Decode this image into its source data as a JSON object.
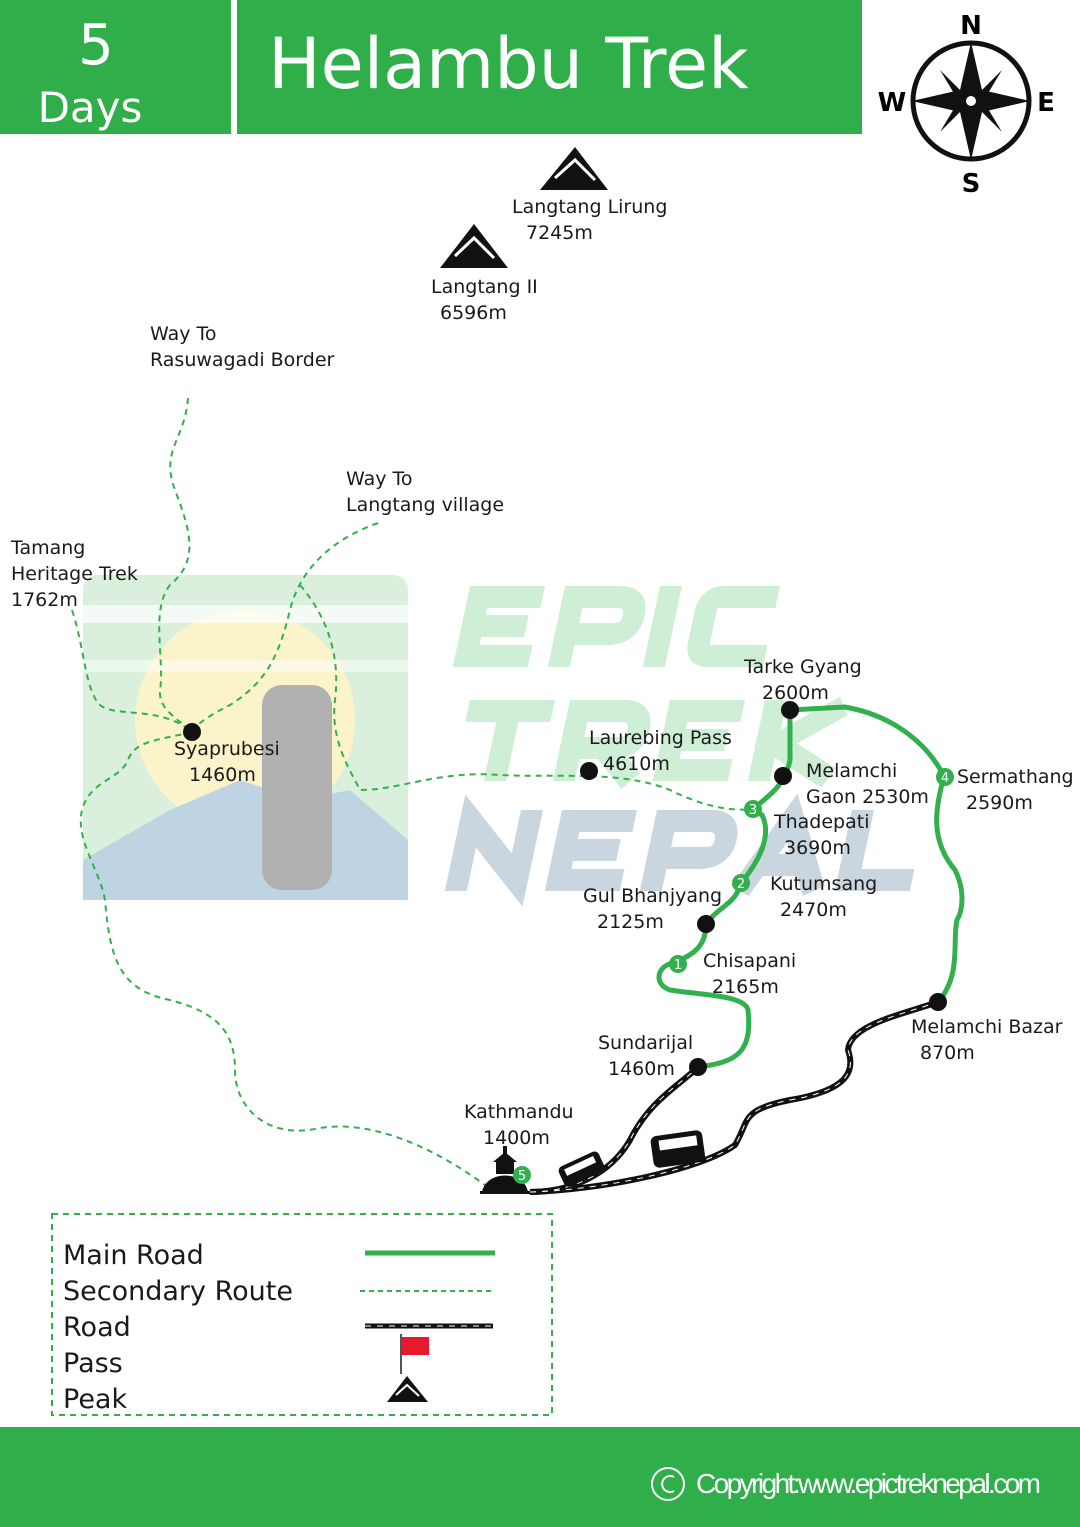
{
  "header": {
    "days_number": "5",
    "days_label": "Days",
    "title": "Helambu Trek"
  },
  "compass": {
    "n": "N",
    "s": "S",
    "e": "E",
    "w": "W"
  },
  "watermark": {
    "line1": "EPIC",
    "line2": "TREK",
    "line3": "NEPAL"
  },
  "peaks": [
    {
      "name": "Langtang Lirung",
      "alt": "7245m"
    },
    {
      "name": "Langtang II",
      "alt": "6596m"
    }
  ],
  "ways": [
    {
      "line1": "Way To",
      "line2": "Rasuwagadi Border"
    },
    {
      "line1": "Way To",
      "line2": "Langtang village"
    },
    {
      "line1": "Tamang",
      "line2": "Heritage Trek",
      "line3": "1762m"
    }
  ],
  "places": {
    "syaprubesi": {
      "name": "Syaprubesi",
      "alt": "1460m"
    },
    "laurebing": {
      "name": "Laurebing Pass",
      "alt": "4610m"
    },
    "tarke": {
      "name": "Tarke Gyang",
      "alt": "2600m"
    },
    "melamchi_gaon": {
      "name": "Melamchi",
      "name2": "Gaon 2530m"
    },
    "thadepati": {
      "name": "Thadepati",
      "alt": "3690m"
    },
    "sermathang": {
      "name": "Sermathang",
      "alt": "2590m"
    },
    "kutumsang": {
      "name": "Kutumsang",
      "alt": "2470m"
    },
    "gul": {
      "name": "Gul Bhanjyang",
      "alt": "2125m"
    },
    "chisapani": {
      "name": "Chisapani",
      "alt": "2165m"
    },
    "sundarijal": {
      "name": "Sundarijal",
      "alt": "1460m"
    },
    "melamchi_bazar": {
      "name": "Melamchi Bazar",
      "alt": "870m"
    },
    "kathmandu": {
      "name": "Kathmandu",
      "alt": "1400m"
    }
  },
  "day_markers": [
    "1",
    "2",
    "3",
    "4",
    "5"
  ],
  "legend": {
    "main_road": "Main Road",
    "secondary": "Secondary Route",
    "road": "Road",
    "pass": "Pass",
    "peak": "Peak"
  },
  "footer": {
    "copyright": "Copyright:www.epictreknepal.com"
  },
  "colors": {
    "green": "#2fae4a",
    "route": "#33b04e"
  }
}
